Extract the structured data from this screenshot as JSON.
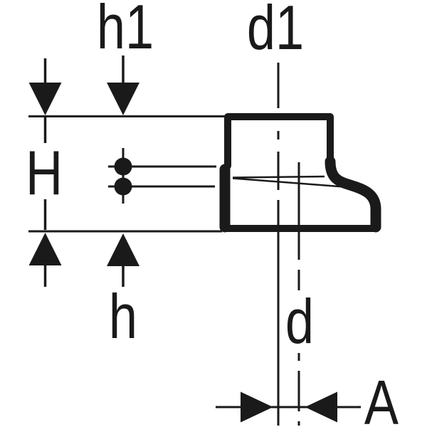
{
  "diagram": {
    "kind": "technical dimension drawing of a pipe reducer fitting (cross-section)",
    "colors": {
      "ink": "#1a1a1a",
      "background": "#ffffff"
    },
    "labels": {
      "h1": "h1",
      "d1": "d1",
      "H": "H",
      "h": "h",
      "d": "d",
      "A": "A"
    }
  }
}
